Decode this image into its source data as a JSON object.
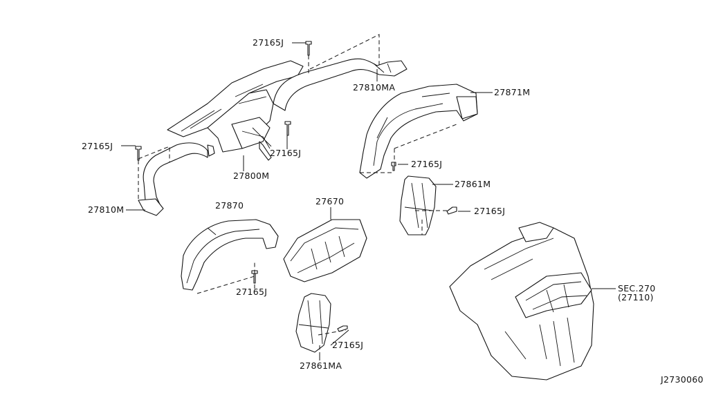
{
  "diagram_code": "J2730060",
  "labels": {
    "l1": "27165J",
    "l2": "27810MA",
    "l3": "27871M",
    "l4": "27165J",
    "l5": "27165J",
    "l6": "27800M",
    "l7": "27810M",
    "l8": "27165J",
    "l9": "27861M",
    "l10": "27165J",
    "l11": "27870",
    "l12": "27670",
    "l13": "27165J",
    "l14": "27165J",
    "l15": "27861MA",
    "l16": "SEC.270",
    "l17": "(27110)"
  }
}
